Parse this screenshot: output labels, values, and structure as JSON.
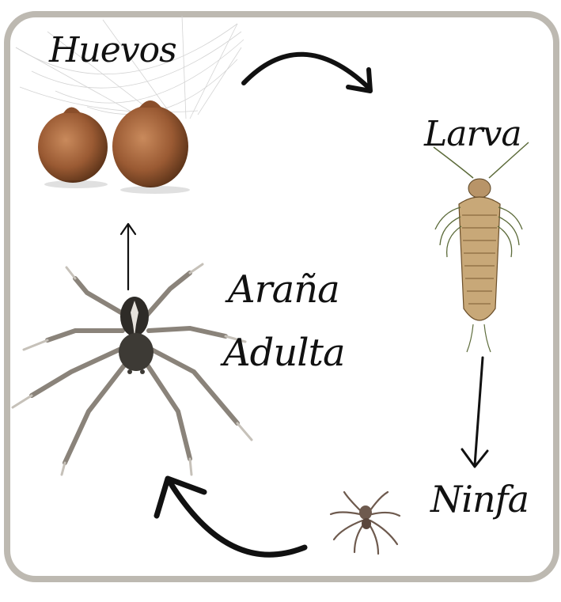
{
  "stages": {
    "eggs": "Huevos",
    "larva": "Larva",
    "nymph": "Ninfa",
    "adult_line1": "Araña",
    "adult_line2": "Adulta"
  },
  "colors": {
    "frame": "#bdb9b1",
    "arrows": "#111111",
    "egg": "#a8643a",
    "spider_body": "#3d3a35",
    "spider_legs": "#7b746a",
    "larva": "#a17a4a"
  },
  "icons": [
    "egg-sac-icon",
    "larva-icon",
    "nymph-spider-icon",
    "adult-spider-icon",
    "web-icon"
  ]
}
